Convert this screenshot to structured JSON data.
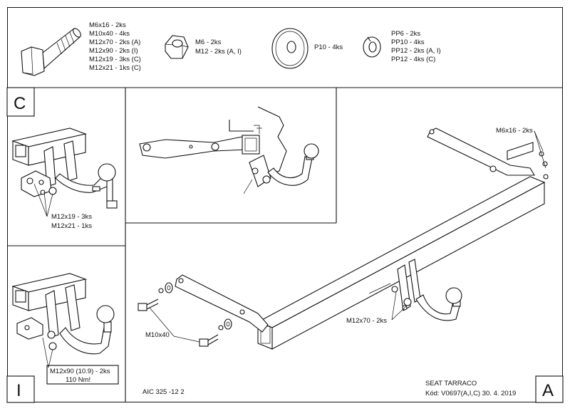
{
  "parts": {
    "bolt_lines": [
      "M6x16 - 2ks",
      "M10x40 - 4ks",
      "M12x70 - 2ks (A)",
      "M12x90 - 2ks (I)",
      "M12x19 - 3ks (C)",
      "M12x21 - 1ks (C)"
    ],
    "nut_lines": [
      "M6 - 2ks",
      "M12 - 2ks (A, I)"
    ],
    "washer_lines": [
      "P10 - 4ks"
    ],
    "spring_washer_lines": [
      "PP6 - 2ks",
      "PP10 - 4ks",
      "PP12 - 2ks (A, I)",
      "PP12 - 4ks (C)"
    ]
  },
  "panel_c": {
    "letter": "C",
    "callout_lines": [
      "M12x19 - 3ks",
      "M12x21 - 1ks"
    ]
  },
  "panel_i": {
    "letter": "I",
    "callout_lines": [
      "M12x90 (10.9) - 2ks",
      "110 Nm!"
    ]
  },
  "panel_a": {
    "letter": "A",
    "callout_m6": "M6x16 - 2ks",
    "callout_m12": "M12x70 - 2ks",
    "callout_m10": "M10x40"
  },
  "footer": {
    "code": "AIC 325 -12 2",
    "vehicle": "SEAT TARRACO",
    "kod": "Kód: V0697(A,I,C)  30. 4. 2019"
  }
}
